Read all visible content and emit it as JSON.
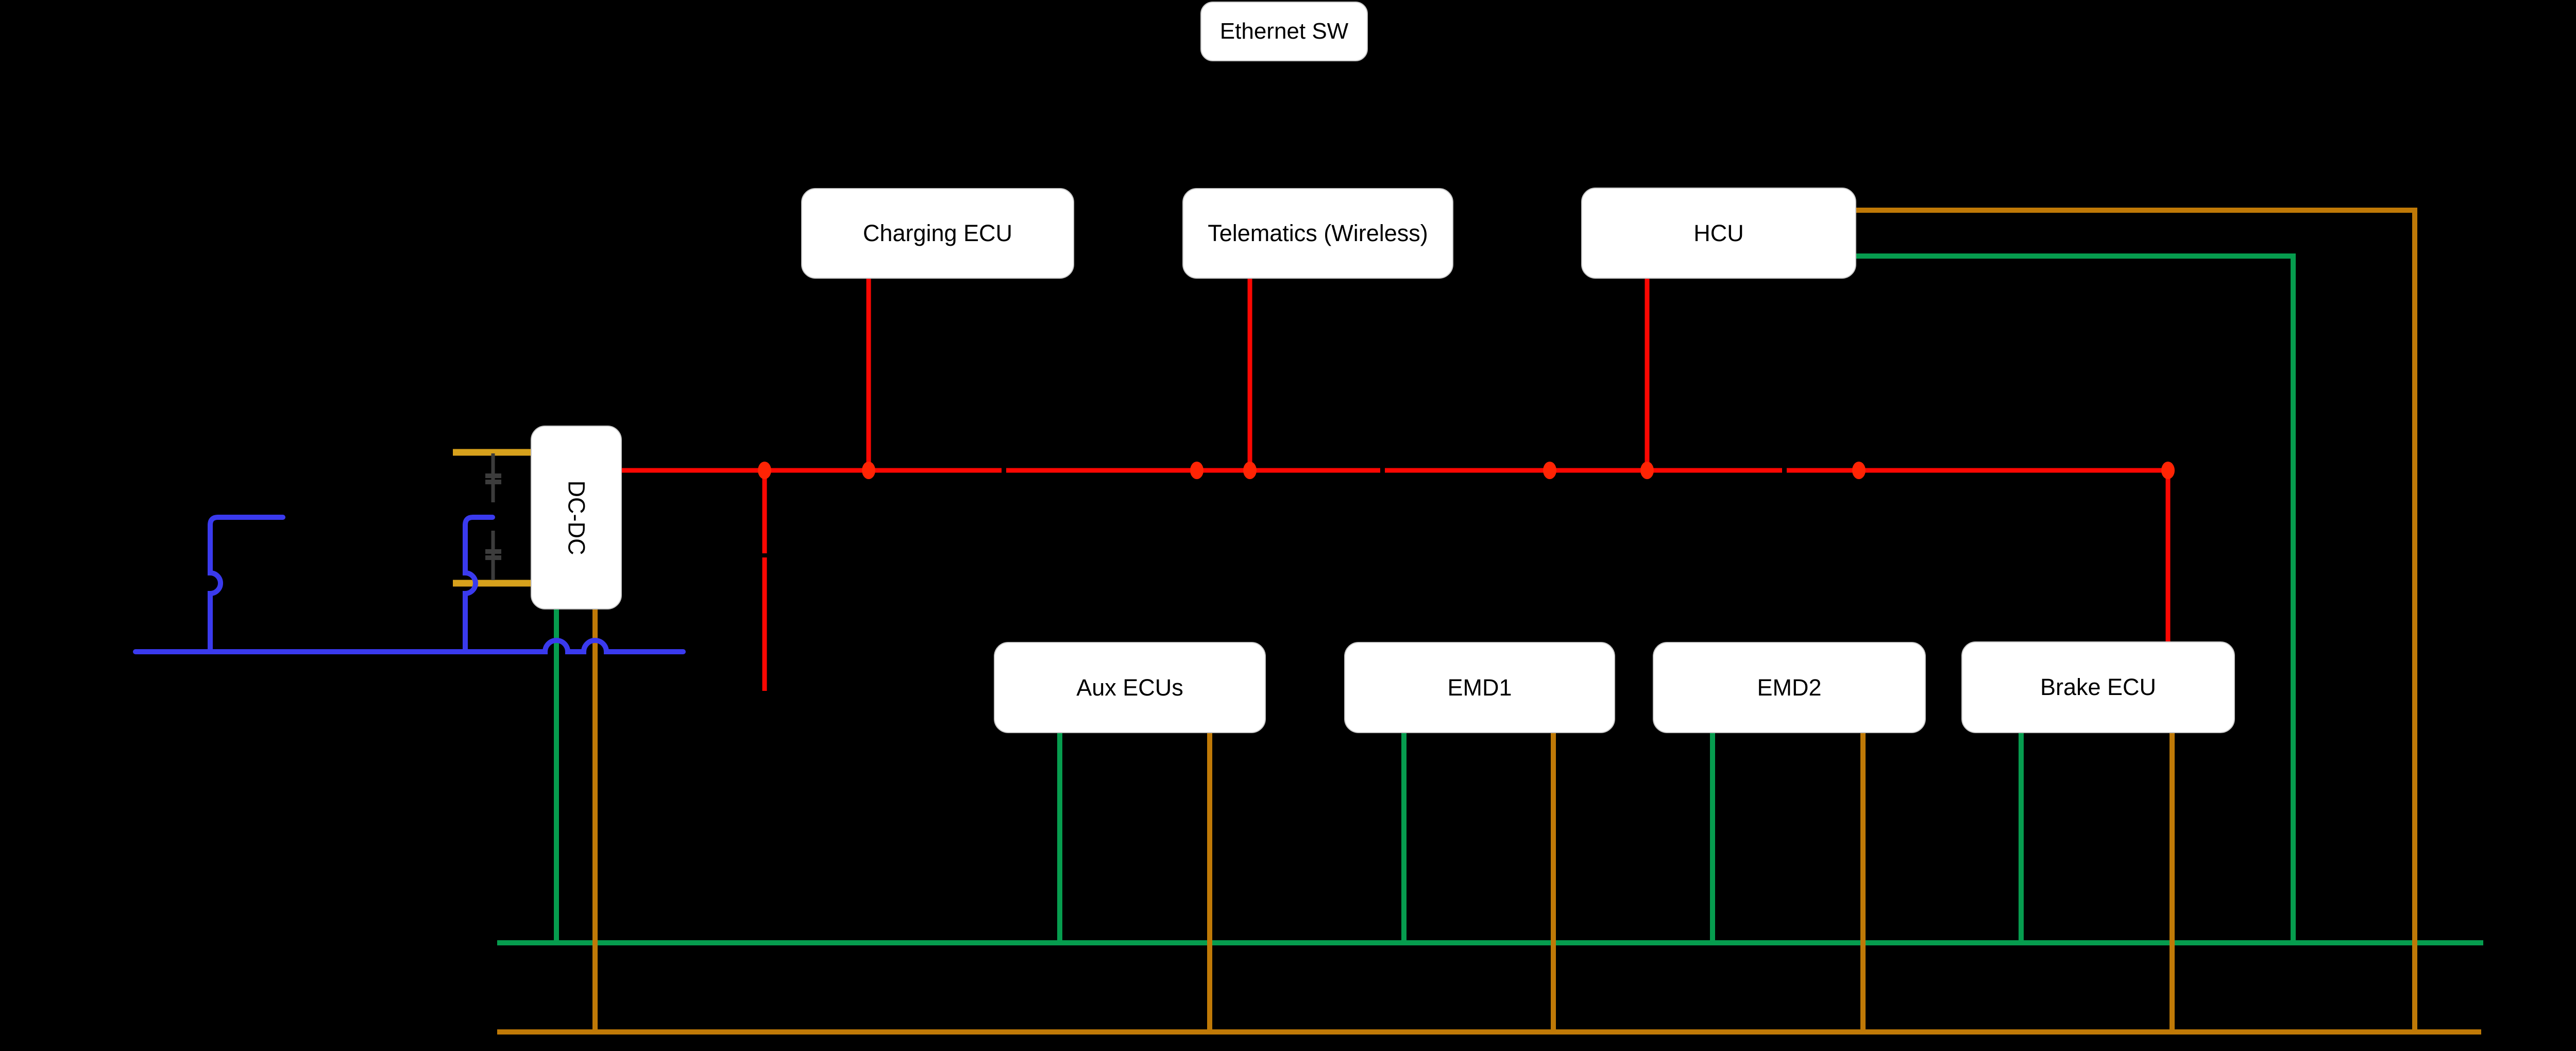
{
  "diagram": {
    "title": "vehicle network wiring diagram",
    "nodes": {
      "ethernet_sw": {
        "label": "Ethernet SW"
      },
      "charging_ecu": {
        "label": "Charging ECU"
      },
      "telematics": {
        "label": "Telematics (Wireless)"
      },
      "hcu": {
        "label": "HCU"
      },
      "dcdc": {
        "label": "DC-DC"
      },
      "aux_ecus": {
        "label": "Aux ECUs"
      },
      "emd1": {
        "label": "EMD1"
      },
      "emd2": {
        "label": "EMD2"
      },
      "brake_ecu": {
        "label": "Brake ECU"
      }
    },
    "colors": {
      "background": "#000000",
      "bus_red": "#fb0702",
      "bus_red_dot": "#ff2404",
      "bus_green": "#069c4e",
      "bus_orange": "#bf7907",
      "bus_blue": "#3a3aee",
      "hv_yellow": "#d7a11c",
      "component_gray": "#3c3c3c",
      "box_fill": "#ffffff",
      "box_text": "#000000"
    }
  }
}
